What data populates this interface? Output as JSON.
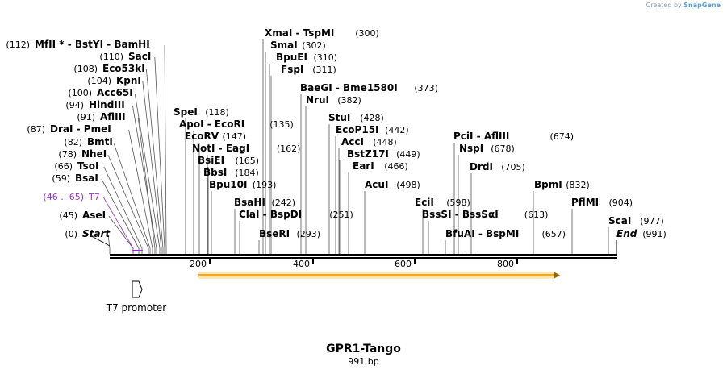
{
  "credit": {
    "prefix": "Created by",
    "logo": "SnapGene"
  },
  "title": "GPR1-Tango",
  "length_label": "991 bp",
  "sequence": {
    "length": 991
  },
  "axis_ticks": [
    "200",
    "400",
    "600",
    "800"
  ],
  "features": [
    {
      "name": "T7 promoter",
      "type": "promoter",
      "start": 46,
      "end": 65,
      "strand": "+",
      "color": "#ffffff"
    },
    {
      "name": "",
      "type": "orf",
      "start": 178,
      "end": 881,
      "strand": "+",
      "color": "#f5a623"
    }
  ],
  "labels": [
    {
      "pos": "(0)",
      "name": "Start",
      "kind": "terminus"
    },
    {
      "pos": "(45)",
      "name": "AseI"
    },
    {
      "pos": "(46 .. 65)",
      "name": "T7",
      "kind": "feature"
    },
    {
      "pos": "(59)",
      "name": "BsaI"
    },
    {
      "pos": "(66)",
      "name": "TsoI"
    },
    {
      "pos": "(78)",
      "name": "NheI"
    },
    {
      "pos": "(82)",
      "name": "BmtI"
    },
    {
      "pos": "(87)",
      "name": "DraI  -  PmeI"
    },
    {
      "pos": "(91)",
      "name": "AflIII"
    },
    {
      "pos": "(94)",
      "name": "HindIII"
    },
    {
      "pos": "(100)",
      "name": "Acc65I"
    },
    {
      "pos": "(104)",
      "name": "KpnI"
    },
    {
      "pos": "(108)",
      "name": "Eco53kI"
    },
    {
      "pos": "(110)",
      "name": "SacI"
    },
    {
      "pos": "(112)",
      "name": "MfII *  -  BstYI  -  BamHI"
    },
    {
      "pos": "(118)",
      "name": "SpeI"
    },
    {
      "pos": "(135)",
      "name": "ApoI  -  EcoRI"
    },
    {
      "pos": "(147)",
      "name": "EcoRV"
    },
    {
      "pos": "(162)",
      "name": "NotI  -  EagI"
    },
    {
      "pos": "(165)",
      "name": "BsiEI"
    },
    {
      "pos": "(184)",
      "name": "BbsI"
    },
    {
      "pos": "(193)",
      "name": "Bpu10I"
    },
    {
      "pos": "(242)",
      "name": "BsaHI"
    },
    {
      "pos": "(251)",
      "name": "ClaI  -  BspDI"
    },
    {
      "pos": "(293)",
      "name": "BseRI"
    },
    {
      "pos": "(300)",
      "name": "XmaI  -  TspMI"
    },
    {
      "pos": "(302)",
      "name": "SmaI"
    },
    {
      "pos": "(310)",
      "name": "BpuEI"
    },
    {
      "pos": "(311)",
      "name": "FspI"
    },
    {
      "pos": "(373)",
      "name": "BaeGI  -  Bme1580I"
    },
    {
      "pos": "(382)",
      "name": "NruI"
    },
    {
      "pos": "(428)",
      "name": "StuI"
    },
    {
      "pos": "(442)",
      "name": "EcoP15I"
    },
    {
      "pos": "(448)",
      "name": "AccI"
    },
    {
      "pos": "(449)",
      "name": "BstZ17I"
    },
    {
      "pos": "(466)",
      "name": "EarI"
    },
    {
      "pos": "(498)",
      "name": "AcuI"
    },
    {
      "pos": "(598)",
      "name": "EciI"
    },
    {
      "pos": "(613)",
      "name": "BssSI  -  BssSαI"
    },
    {
      "pos": "(657)",
      "name": "BfuAI  -  BspMI"
    },
    {
      "pos": "(674)",
      "name": "PciI  -  AflIII"
    },
    {
      "pos": "(678)",
      "name": "NspI"
    },
    {
      "pos": "(705)",
      "name": "DrdI"
    },
    {
      "pos": "(832)",
      "name": "BpmI"
    },
    {
      "pos": "(904)",
      "name": "PflMI"
    },
    {
      "pos": "(977)",
      "name": "ScaI"
    },
    {
      "pos": "(991)",
      "name": "End",
      "kind": "terminus"
    }
  ]
}
